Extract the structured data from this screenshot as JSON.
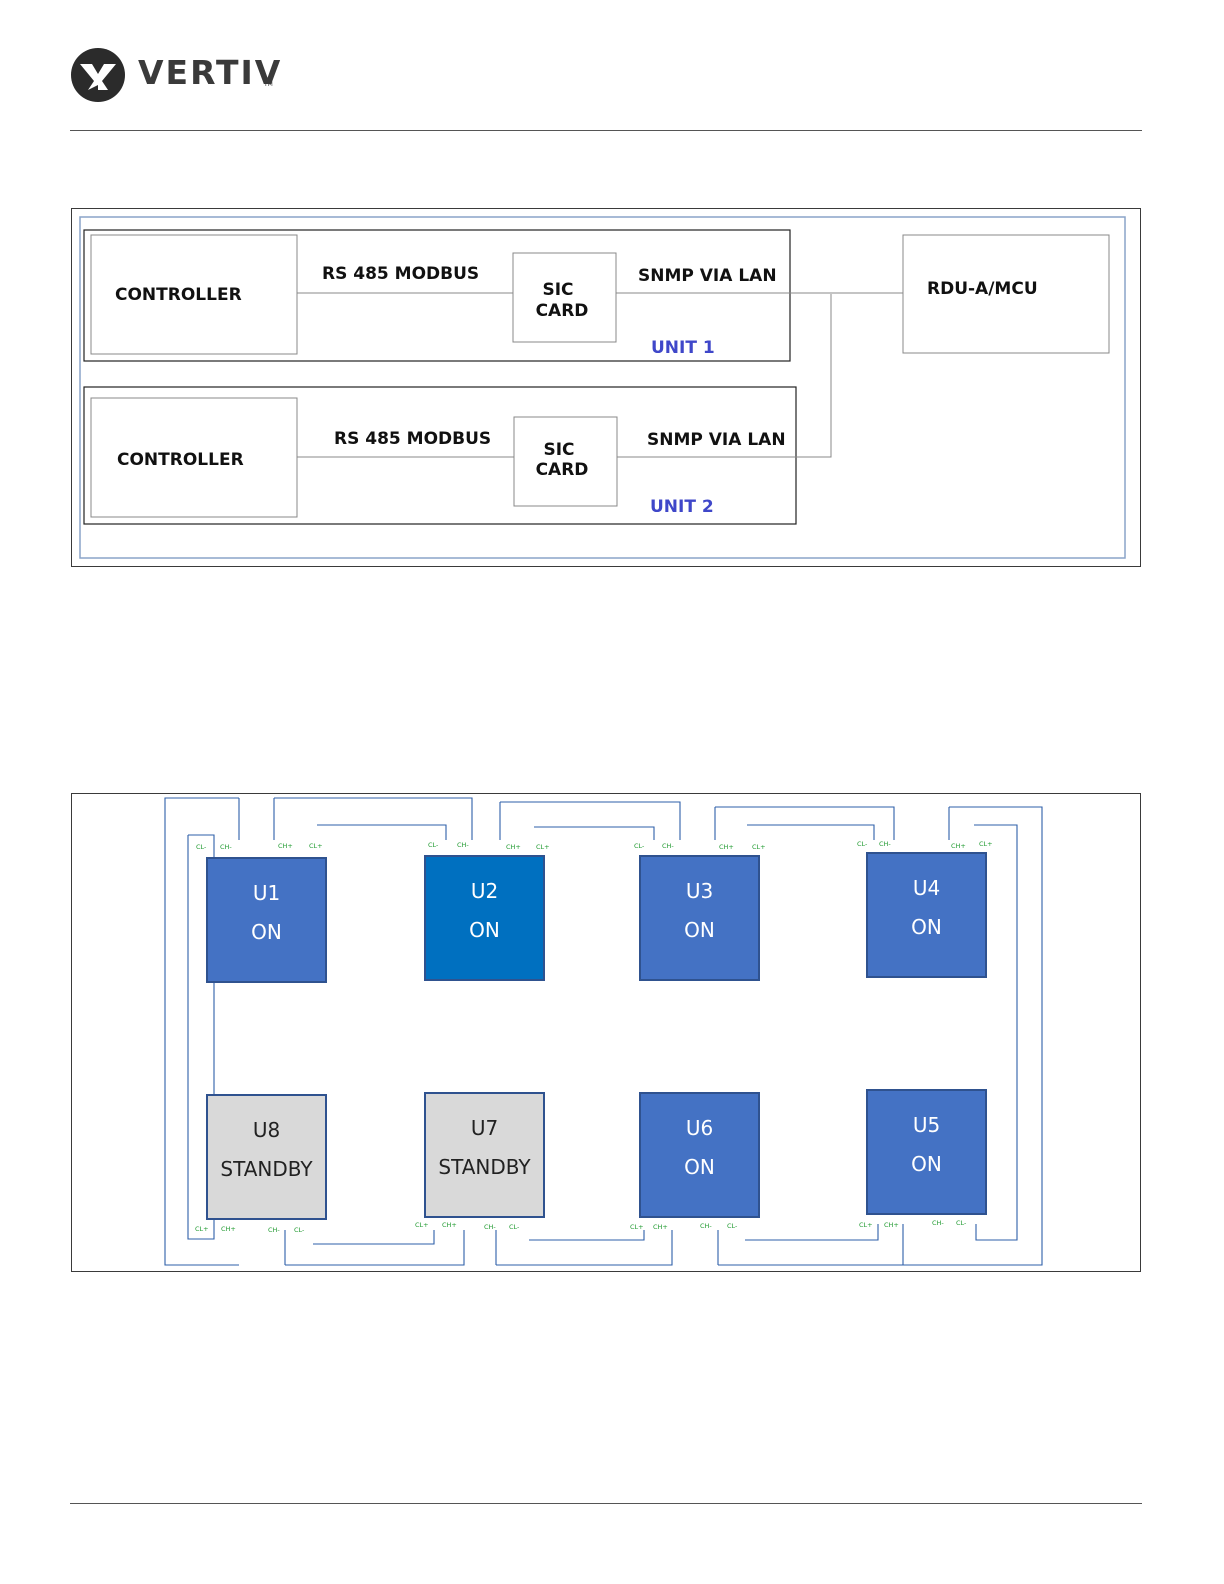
{
  "header": {
    "brand": "VERTIV",
    "trademark": "TM"
  },
  "diagram1": {
    "unit1": {
      "controller": "CONTROLLER",
      "link": "RS 485 MODBUS",
      "card_line1": "SIC",
      "card_line2": "CARD",
      "lan": "SNMP VIA LAN",
      "label": "UNIT 1"
    },
    "unit2": {
      "controller": "CONTROLLER",
      "link": "RS 485 MODBUS",
      "card_line1": "SIC",
      "card_line2": "CARD",
      "lan": "SNMP VIA LAN",
      "label": "UNIT 2"
    },
    "rdu": "RDU-A/MCU"
  },
  "diagram2": {
    "units": [
      {
        "name": "U1",
        "state": "ON",
        "color": "#4472c4"
      },
      {
        "name": "U2",
        "state": "ON",
        "color": "#0070c0"
      },
      {
        "name": "U3",
        "state": "ON",
        "color": "#4472c4"
      },
      {
        "name": "U4",
        "state": "ON",
        "color": "#4472c4"
      },
      {
        "name": "U8",
        "state": "STANDBY",
        "color": "#d9d9d9"
      },
      {
        "name": "U7",
        "state": "STANDBY",
        "color": "#d9d9d9"
      },
      {
        "name": "U6",
        "state": "ON",
        "color": "#4472c4"
      },
      {
        "name": "U5",
        "state": "ON",
        "color": "#4472c4"
      }
    ],
    "pins": {
      "cl_minus": "CL-",
      "ch_minus": "CH-",
      "ch_plus": "CH+",
      "cl_plus": "CL+"
    },
    "wire_color": "#2e5fa8"
  }
}
